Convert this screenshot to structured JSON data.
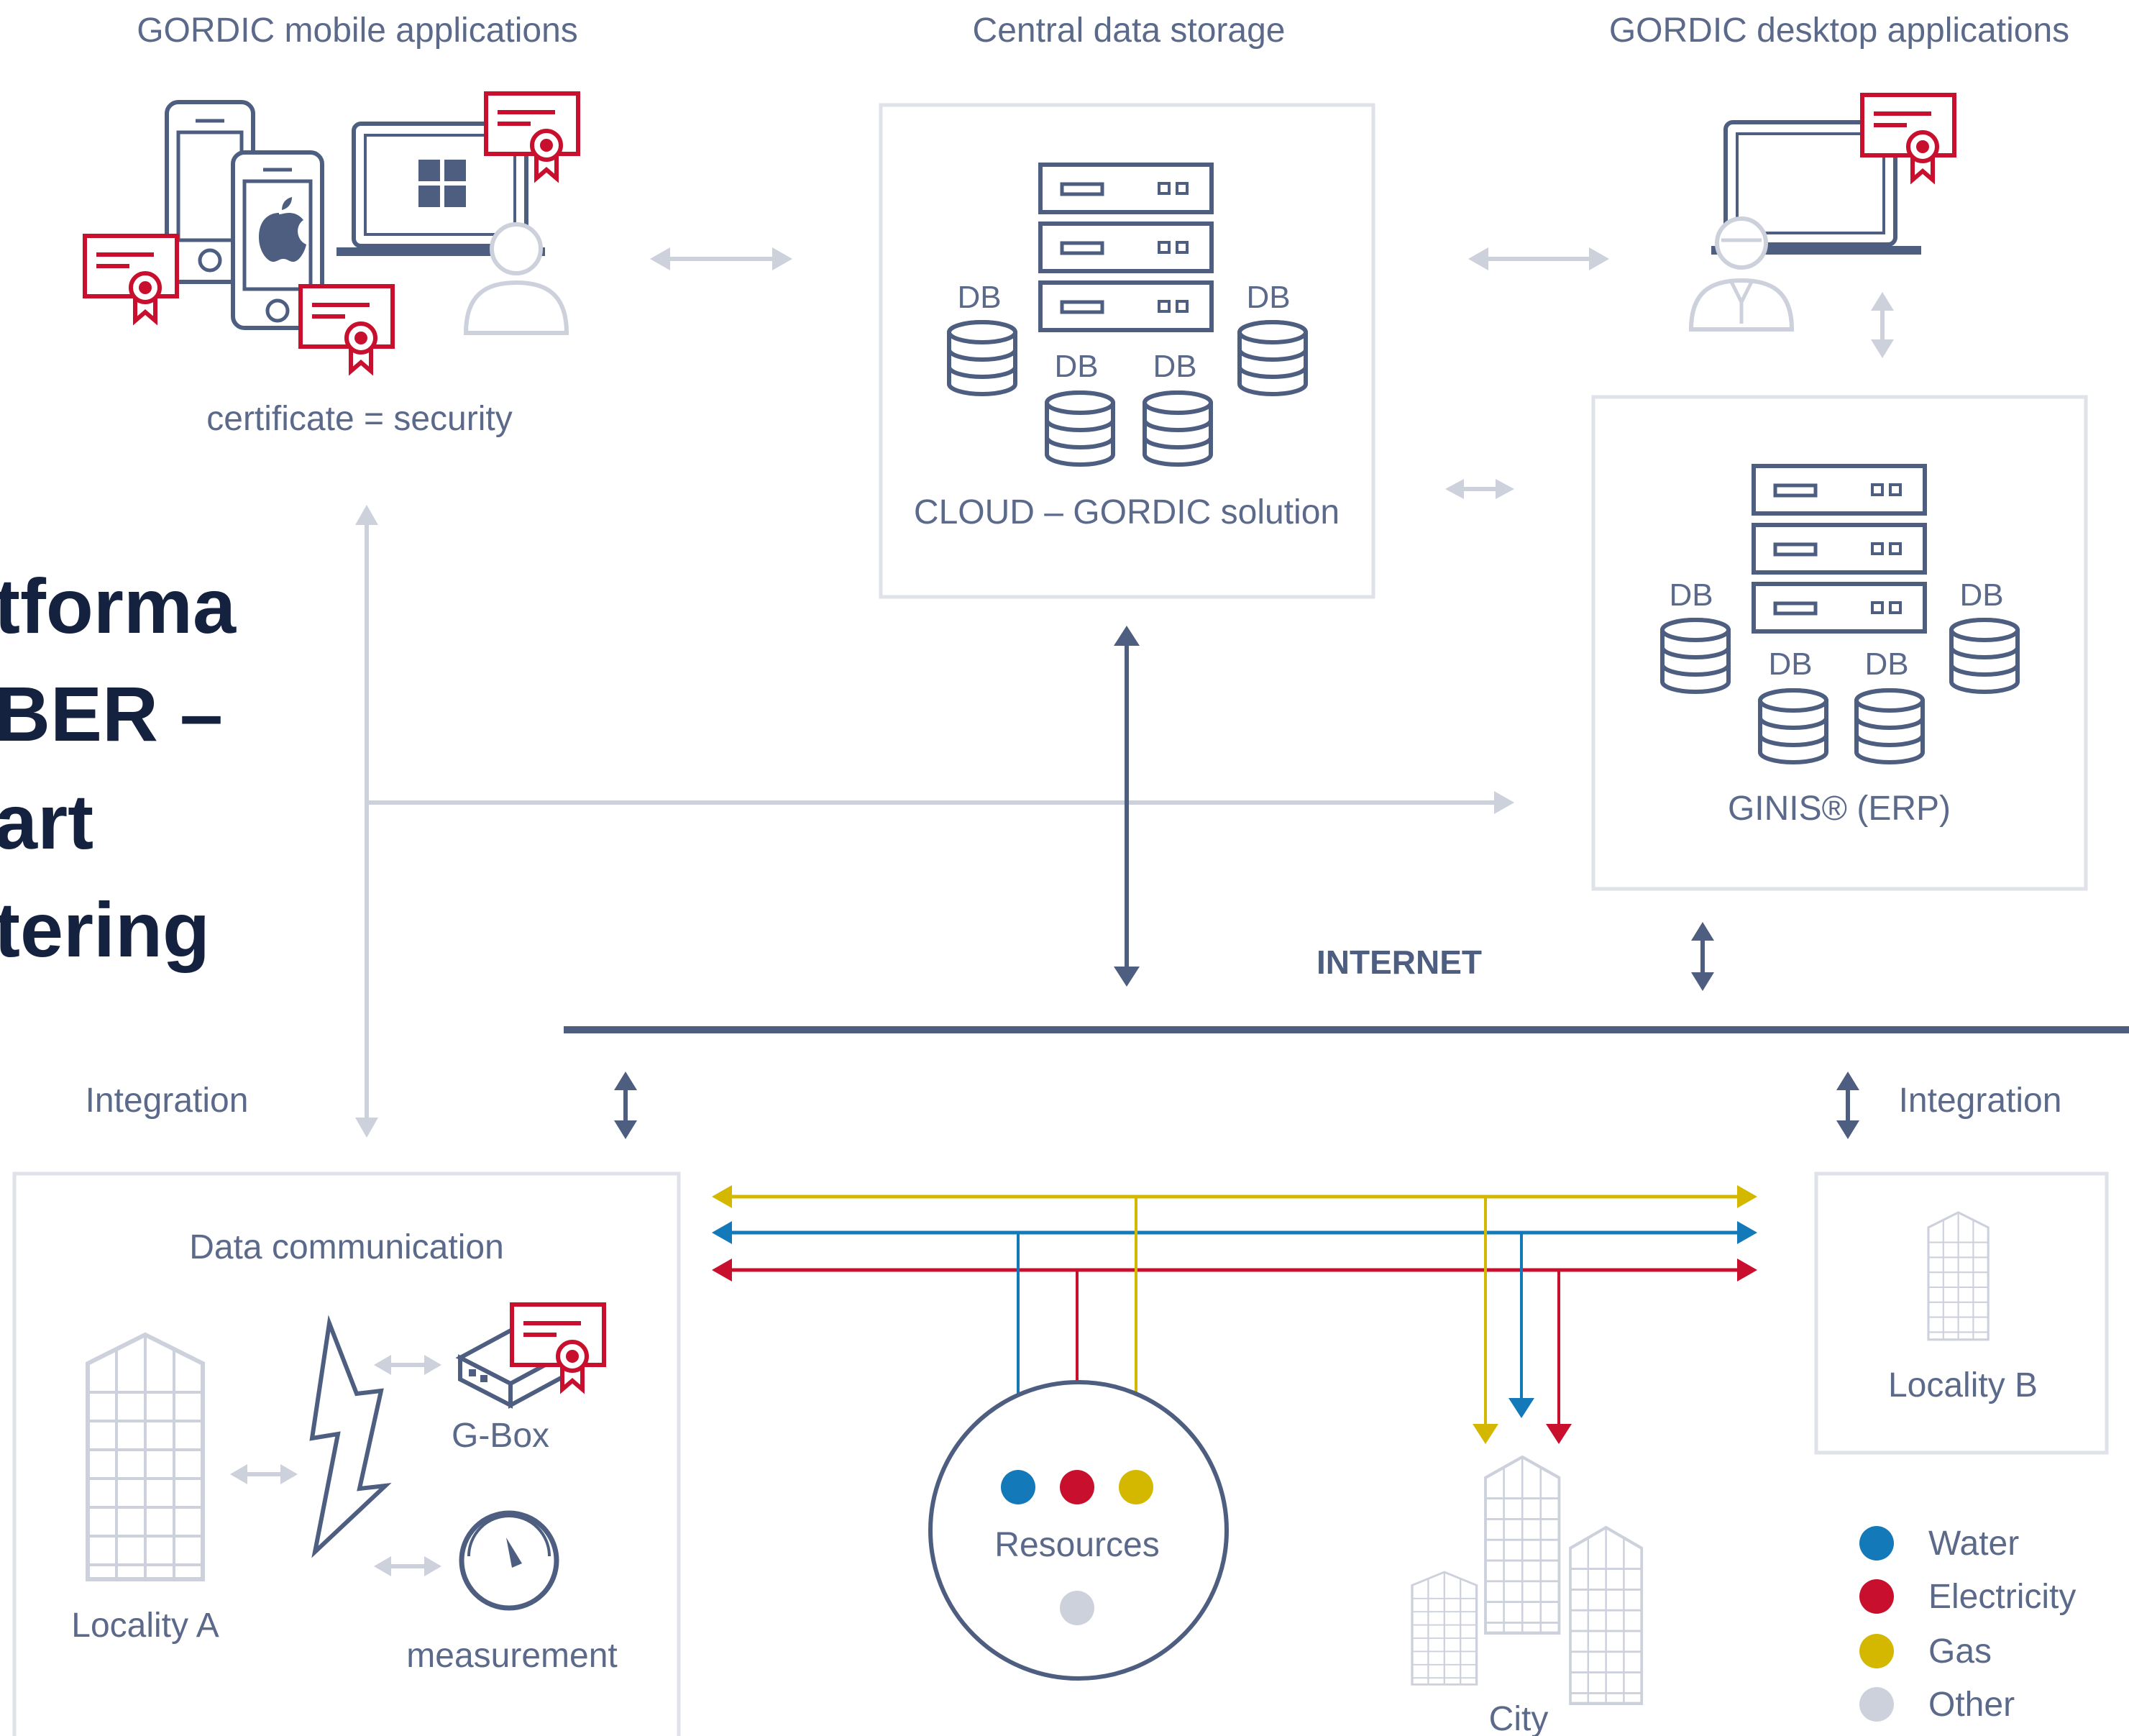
{
  "labels": {
    "mobile_apps": "GORDIC mobile applications",
    "central_storage": "Central data storage",
    "desktop_apps": "GORDIC desktop applications",
    "certificate": "certificate = security",
    "cloud": "CLOUD – GORDIC solution",
    "ginis": "GINIS® (ERP)",
    "internet": "INTERNET",
    "integration_left": "Integration",
    "integration_right": "Integration",
    "data_communication": "Data communication",
    "gbox": "G-Box",
    "measurement": "measurement",
    "locality_a": "Locality A",
    "locality_b": "Locality B",
    "resources": "Resources",
    "city": "City",
    "db": "DB"
  },
  "title_lines": [
    "tforma",
    "BER –",
    "art",
    "tering"
  ],
  "legend": [
    {
      "label": "Water",
      "color": "#1479b8"
    },
    {
      "label": "Electricity",
      "color": "#c8102e"
    },
    {
      "label": "Gas",
      "color": "#d4b800"
    },
    {
      "label": "Other",
      "color": "#ccd1dc"
    }
  ],
  "colors": {
    "line": "#4d5e80",
    "light": "#ccd1dc",
    "red": "#c8102e",
    "water": "#1479b8",
    "gas": "#d4b800"
  }
}
